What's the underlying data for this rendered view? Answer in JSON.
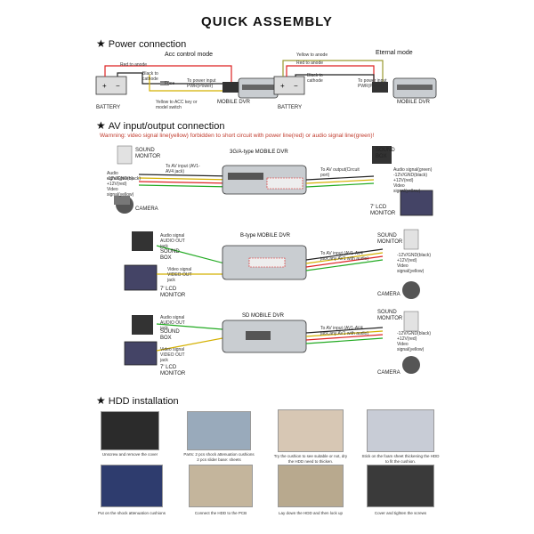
{
  "title": "QUICK ASSEMBLY",
  "power": {
    "heading": "Power connection",
    "acc_mode": "Acc control mode",
    "ext_mode": "Eternal  mode",
    "red_anode": "Red to anode",
    "black_cathode": "Black to cathode",
    "fuse": "Fuse",
    "to_power_input": "To power input PWR(Power)",
    "yellow_acc": "Yellow to ACC key or model switch",
    "battery": "BATTERY",
    "mobile_dvr": "MOBILE DVR",
    "yellow_anode": "Yellow to anode",
    "red_anode2": "Red to anode",
    "black_cathode2": "Black to cathode",
    "to_power_input2": "To power input PWR(Power)",
    "battery2": "BATTERY",
    "mobile_dvr2": "MOBILE DVR"
  },
  "av": {
    "heading": "AV input/output connection",
    "warning": "Warnning: video signal line(yellow) forbidden to short circuit with power line(red) or audio signal line(green)!",
    "dvr1": "3G/A-type MOBILE DVR",
    "dvr2": "B-type MOBILE DVR",
    "dvr3": "SD MOBILE DVR",
    "sound_monitor": "SOUND MONITOR",
    "sound_box": "SOUND BOX",
    "camera": "CAMERA",
    "lcd_monitor": "7' LCD MONITOR",
    "audio_green": "Audio signal(green)",
    "v12": "+12V(red)",
    "gnd": "-12V/GND(black)",
    "video_yellow": "Video signal(yellow)",
    "to_av_input": "To AV input (AV1-AV4 jack)",
    "to_av_output": "To AV output(Circuit port)",
    "audio_signal": "Audio signal AUDIO OUT jack",
    "video_signal": "Video signal VIDEO OUT jack",
    "to_av_input2": "To AV input (AV1-AV4 jack,any AV1 with audio)"
  },
  "hdd": {
    "heading": "HDD installation",
    "steps": [
      "Unscrew and remove the cover",
      "Parts: 2 pcs shock attenuation cushions 2 pcs slider base: sheets",
      "Try the cushion to see suitable or not, dry the HDD need to thicken.",
      "Stick on the foam sheet thickening the HDD to fit the cushion.",
      "Put on the shock attenuation cushions",
      "Connect the HDD to the PCB",
      "Lay down the HDD and then lock up",
      "Cover and tighten the screws"
    ]
  }
}
